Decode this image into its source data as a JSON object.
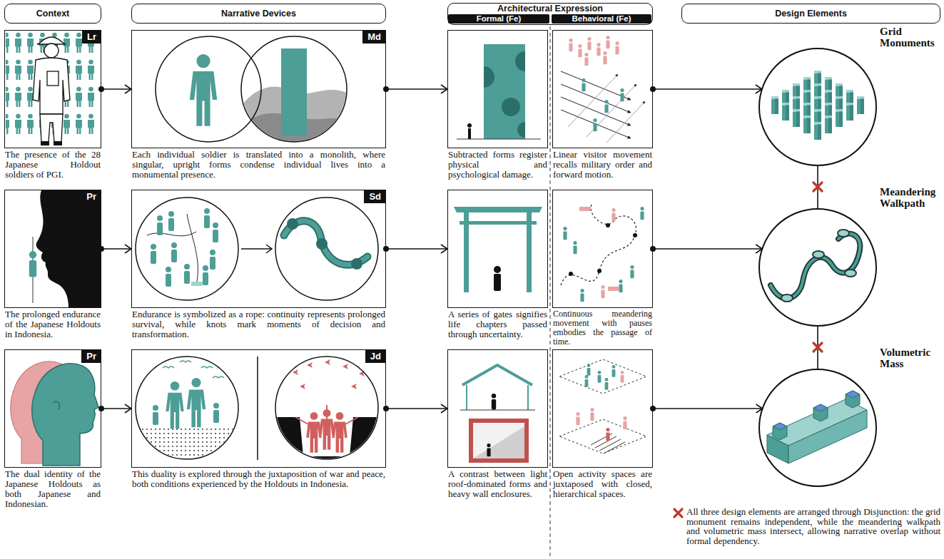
{
  "diagram": {
    "nodes": [
      {
        "text": [
          "Context"
        ]
      },
      {
        "text": [
          "Narrative Devices"
        ]
      },
      {
        "text": [
          "Architectural Expression"
        ]
      },
      {
        "text": [
          "Formal (Fe)"
        ],
        "in": 2
      },
      {
        "text": [
          "Behavioral (Fe)"
        ],
        "in": 2
      },
      {
        "text": [
          "Design Elements"
        ]
      },
      {
        "text": [
          "Lr",
          "The presence of the 28 Japanese Holdout soldiers of PGI."
        ]
      },
      {
        "text": [
          "Md",
          "Each individual soldier is translated into a monolith, where singular, upright forms condense individual lives into a monumental presence."
        ]
      },
      {
        "text": [
          "Subtracted forms register physical and psychological damage."
        ]
      },
      {
        "text": [
          "Linear visitor movement recalls military order and forward motion."
        ]
      },
      {
        "text": [
          "Grid Monuments"
        ]
      },
      {
        "text": [
          "Pr",
          "The prolonged endurance of the Japanese Holdouts in Indonesia."
        ]
      },
      {
        "text": [
          "Sd",
          "Endurance is symbolized as a rope: continuity represents prolonged survival, while knots mark moments of decision and transformation."
        ]
      },
      {
        "text": [
          "A series of gates signifies life chapters passed through uncertainty."
        ]
      },
      {
        "text": [
          "Continuous meandering movement with pauses embodies the passage of time."
        ]
      },
      {
        "text": [
          "Meandering Walkpath"
        ]
      },
      {
        "text": [
          "Pr",
          "The dual identity of the Japanese Holdouts as both Japanese and Indonesian."
        ]
      },
      {
        "text": [
          "Jd",
          "This duality is explored through the juxtaposition of war and peace, both conditions experienced by the Holdouts in Indonesia."
        ]
      },
      {
        "text": [
          "A contrast between light roof-dominated forms and heavy wall enclosures."
        ]
      },
      {
        "text": [
          "Open activity spaces are juxtaposed with closed, hierarchical spaces."
        ]
      },
      {
        "text": [
          "Volumetric Mass"
        ]
      }
    ],
    "edges": [
      {
        "from": 6,
        "to": 7,
        "arrow": "to"
      },
      {
        "from": 7,
        "to": 8,
        "arrow": "to"
      },
      {
        "from": 9,
        "to": 10,
        "arrow": "to"
      },
      {
        "from": 11,
        "to": 12,
        "arrow": "to"
      },
      {
        "from": 12,
        "to": 13,
        "arrow": "to"
      },
      {
        "from": 14,
        "to": 15,
        "arrow": "to"
      },
      {
        "from": 16,
        "to": 17,
        "arrow": "to"
      },
      {
        "from": 17,
        "to": 18,
        "arrow": "to"
      },
      {
        "from": 19,
        "to": 20,
        "arrow": "to"
      },
      {
        "from": 10,
        "to": 15,
        "arrow": "none"
      },
      {
        "from": 15,
        "to": 20,
        "arrow": "none"
      }
    ],
    "labels": [
      "All three design elements are arranged through Disjunction: the grid monument remains independent, while the meandering walkpath and volumetric mass intersect, allowing narrative overlap without formal dependency."
    ]
  }
}
